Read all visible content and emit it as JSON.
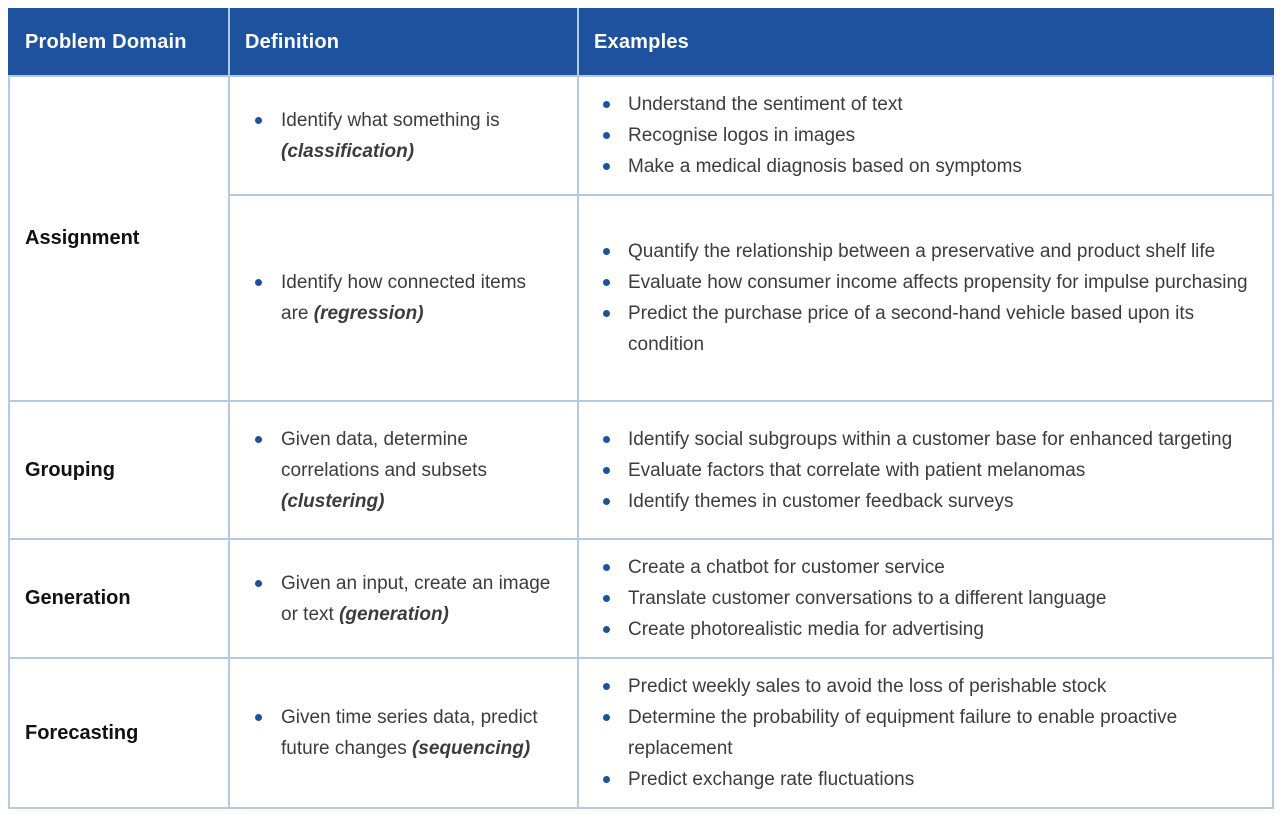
{
  "colors": {
    "header_bg": "#1e529e",
    "header_text": "#ffffff",
    "border": "#b4c9e4",
    "bullet": "#1e529e",
    "body_text": "#3c3c3c",
    "domain_text": "#111111"
  },
  "table": {
    "headers": [
      {
        "label": "Problem Domain"
      },
      {
        "label": "Definition"
      },
      {
        "label": "Examples"
      }
    ],
    "rows": [
      {
        "domain": "Assignment",
        "blocks": [
          {
            "definition": {
              "text": "Identify what something is",
              "term": "(classification)"
            },
            "examples": [
              "Understand the sentiment of text",
              "Recognise logos in images",
              "Make a medical diagnosis based on symptoms"
            ]
          },
          {
            "definition": {
              "text": "Identify how connected items are",
              "term": "(regression)"
            },
            "examples": [
              "Quantify the relationship between a preservative and product shelf life",
              "Evaluate how consumer income affects propensity for impulse purchasing",
              "Predict the purchase price of a second-hand vehicle based upon its condition"
            ]
          }
        ]
      },
      {
        "domain": "Grouping",
        "blocks": [
          {
            "definition": {
              "text": "Given data, determine correlations and subsets",
              "term": "(clustering)"
            },
            "examples": [
              "Identify social subgroups within a customer base for enhanced targeting",
              "Evaluate factors that correlate with patient melanomas",
              "Identify themes in customer feedback surveys"
            ]
          }
        ]
      },
      {
        "domain": "Generation",
        "blocks": [
          {
            "definition": {
              "text": "Given an input, create an image or text",
              "term": "(generation)"
            },
            "examples": [
              "Create a chatbot for customer service",
              "Translate customer conversations to a different language",
              "Create photorealistic media for advertising"
            ]
          }
        ]
      },
      {
        "domain": "Forecasting",
        "blocks": [
          {
            "definition": {
              "text": "Given time series data, predict future changes",
              "term": "(sequencing)"
            },
            "examples": [
              "Predict weekly sales to avoid the loss of perishable stock",
              "Determine the probability of equipment failure to enable proactive replacement",
              "Predict exchange rate fluctuations"
            ]
          }
        ]
      }
    ]
  }
}
